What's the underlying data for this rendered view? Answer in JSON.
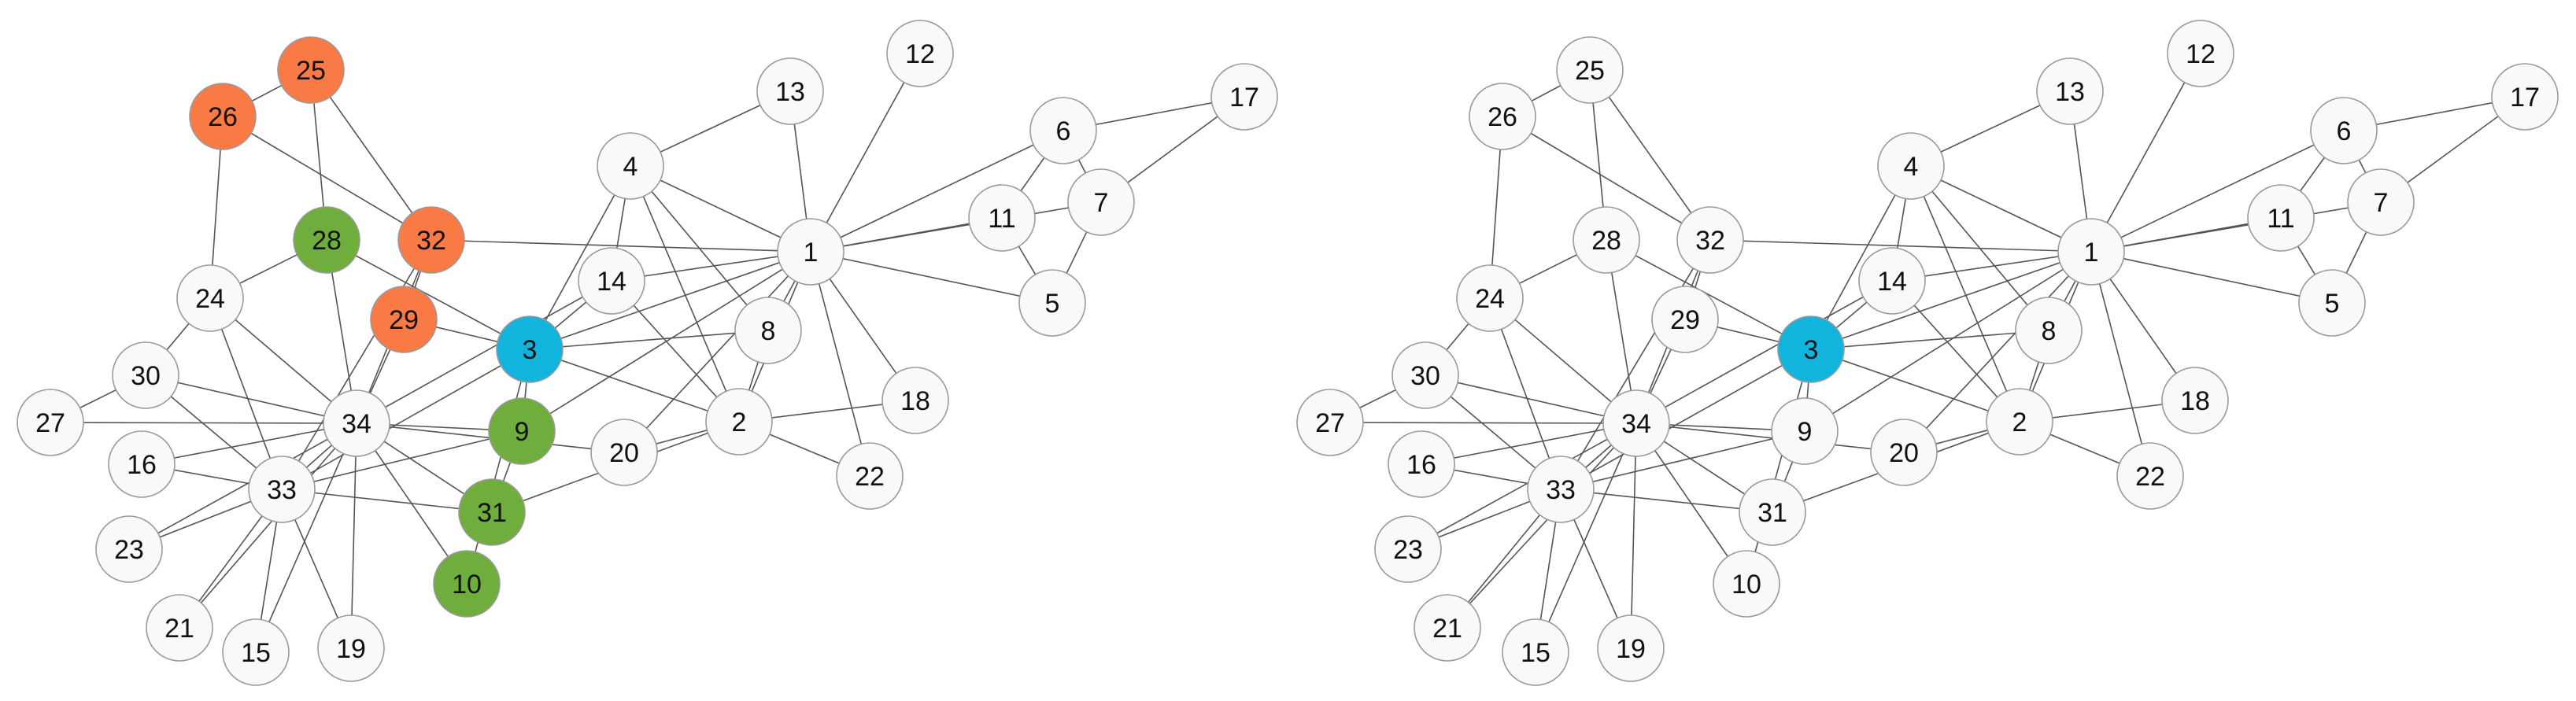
{
  "colors": {
    "default": "#fbf9f8",
    "orange": "#f97a44",
    "green": "#6fae3c",
    "cyan": "#11b4dc"
  },
  "graphs": [
    {
      "nodes": [
        {
          "id": "1"
        },
        {
          "id": "2"
        },
        {
          "id": "3",
          "color": "cyan"
        },
        {
          "id": "4"
        },
        {
          "id": "5"
        },
        {
          "id": "6"
        },
        {
          "id": "7"
        },
        {
          "id": "8"
        },
        {
          "id": "9",
          "color": "green"
        },
        {
          "id": "10",
          "color": "green"
        },
        {
          "id": "11"
        },
        {
          "id": "12"
        },
        {
          "id": "13"
        },
        {
          "id": "14"
        },
        {
          "id": "15"
        },
        {
          "id": "16"
        },
        {
          "id": "17"
        },
        {
          "id": "18"
        },
        {
          "id": "19"
        },
        {
          "id": "20"
        },
        {
          "id": "21"
        },
        {
          "id": "22"
        },
        {
          "id": "23"
        },
        {
          "id": "24"
        },
        {
          "id": "25",
          "color": "orange"
        },
        {
          "id": "26",
          "color": "orange"
        },
        {
          "id": "27"
        },
        {
          "id": "28",
          "color": "green"
        },
        {
          "id": "29",
          "color": "orange"
        },
        {
          "id": "30"
        },
        {
          "id": "31",
          "color": "green"
        },
        {
          "id": "32",
          "color": "orange"
        },
        {
          "id": "33"
        },
        {
          "id": "34"
        }
      ]
    },
    {
      "nodes": [
        {
          "id": "1"
        },
        {
          "id": "2"
        },
        {
          "id": "3",
          "color": "cyan"
        },
        {
          "id": "4"
        },
        {
          "id": "5"
        },
        {
          "id": "6"
        },
        {
          "id": "7"
        },
        {
          "id": "8"
        },
        {
          "id": "9"
        },
        {
          "id": "10"
        },
        {
          "id": "11"
        },
        {
          "id": "12"
        },
        {
          "id": "13"
        },
        {
          "id": "14"
        },
        {
          "id": "15"
        },
        {
          "id": "16"
        },
        {
          "id": "17"
        },
        {
          "id": "18"
        },
        {
          "id": "19"
        },
        {
          "id": "20"
        },
        {
          "id": "21"
        },
        {
          "id": "22"
        },
        {
          "id": "23"
        },
        {
          "id": "24"
        },
        {
          "id": "25"
        },
        {
          "id": "26"
        },
        {
          "id": "27"
        },
        {
          "id": "28"
        },
        {
          "id": "29"
        },
        {
          "id": "30"
        },
        {
          "id": "31"
        },
        {
          "id": "32"
        },
        {
          "id": "33"
        },
        {
          "id": "34"
        }
      ]
    }
  ],
  "edges": [
    [
      "1",
      "2"
    ],
    [
      "1",
      "3"
    ],
    [
      "1",
      "4"
    ],
    [
      "1",
      "5"
    ],
    [
      "1",
      "6"
    ],
    [
      "1",
      "7"
    ],
    [
      "1",
      "8"
    ],
    [
      "1",
      "9"
    ],
    [
      "1",
      "11"
    ],
    [
      "1",
      "12"
    ],
    [
      "1",
      "13"
    ],
    [
      "1",
      "14"
    ],
    [
      "1",
      "18"
    ],
    [
      "1",
      "20"
    ],
    [
      "1",
      "22"
    ],
    [
      "1",
      "32"
    ],
    [
      "2",
      "3"
    ],
    [
      "2",
      "4"
    ],
    [
      "2",
      "8"
    ],
    [
      "2",
      "14"
    ],
    [
      "2",
      "18"
    ],
    [
      "2",
      "20"
    ],
    [
      "2",
      "22"
    ],
    [
      "2",
      "31"
    ],
    [
      "3",
      "4"
    ],
    [
      "3",
      "8"
    ],
    [
      "3",
      "9"
    ],
    [
      "3",
      "10"
    ],
    [
      "3",
      "14"
    ],
    [
      "3",
      "28"
    ],
    [
      "3",
      "29"
    ],
    [
      "3",
      "33"
    ],
    [
      "4",
      "8"
    ],
    [
      "4",
      "13"
    ],
    [
      "4",
      "14"
    ],
    [
      "5",
      "7"
    ],
    [
      "5",
      "11"
    ],
    [
      "6",
      "7"
    ],
    [
      "6",
      "11"
    ],
    [
      "6",
      "17"
    ],
    [
      "7",
      "17"
    ],
    [
      "9",
      "31"
    ],
    [
      "9",
      "33"
    ],
    [
      "9",
      "34"
    ],
    [
      "10",
      "34"
    ],
    [
      "14",
      "34"
    ],
    [
      "15",
      "33"
    ],
    [
      "15",
      "34"
    ],
    [
      "16",
      "33"
    ],
    [
      "16",
      "34"
    ],
    [
      "19",
      "33"
    ],
    [
      "19",
      "34"
    ],
    [
      "20",
      "34"
    ],
    [
      "21",
      "33"
    ],
    [
      "21",
      "34"
    ],
    [
      "23",
      "33"
    ],
    [
      "23",
      "34"
    ],
    [
      "24",
      "26"
    ],
    [
      "24",
      "28"
    ],
    [
      "24",
      "30"
    ],
    [
      "24",
      "33"
    ],
    [
      "24",
      "34"
    ],
    [
      "25",
      "26"
    ],
    [
      "25",
      "28"
    ],
    [
      "25",
      "32"
    ],
    [
      "26",
      "32"
    ],
    [
      "27",
      "30"
    ],
    [
      "27",
      "34"
    ],
    [
      "28",
      "34"
    ],
    [
      "29",
      "32"
    ],
    [
      "29",
      "34"
    ],
    [
      "30",
      "33"
    ],
    [
      "30",
      "34"
    ],
    [
      "31",
      "33"
    ],
    [
      "31",
      "34"
    ],
    [
      "32",
      "33"
    ],
    [
      "32",
      "34"
    ],
    [
      "33",
      "34"
    ]
  ]
}
